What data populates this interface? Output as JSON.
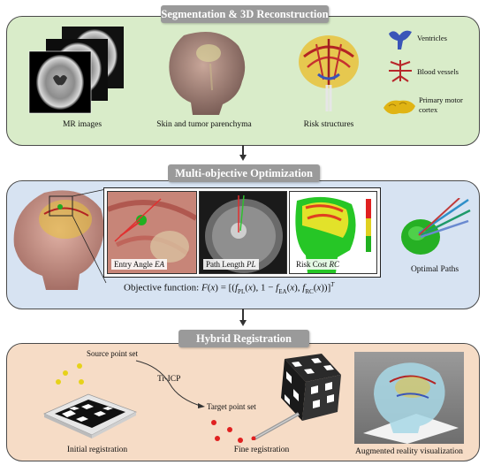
{
  "seg": {
    "title": "Segmentation & 3D Reconstruction",
    "mr_label": "MR images",
    "skin_label": "Skin and tumor parenchyma",
    "risk_label": "Risk structures",
    "legend": [
      {
        "label": "Ventricles",
        "icon": "ventricles-icon",
        "color": "#3a55b8"
      },
      {
        "label": "Blood vessels",
        "icon": "blood-vessels-icon",
        "color": "#b8262a"
      },
      {
        "label": "Primary motor cortex",
        "icon": "motor-cortex-icon",
        "color": "#e0b414"
      }
    ],
    "bg": "#d9ecc9"
  },
  "opt": {
    "title": "Multi-objective Optimization",
    "entry_angle": "Entry Angle EA",
    "path_length": "Path Length PL",
    "risk_cost": "Risk Cost RC",
    "optimal_paths": "Optimal Paths",
    "objective": "Objective function: F(x) = [(f_PL(x), 1 − f_EA(x), f_RC(x))]^T",
    "bg": "#d7e3f2"
  },
  "reg": {
    "title": "Hybrid Registration",
    "source": "Source point set",
    "method": "Tr-ICP",
    "target": "Target point set",
    "initial": "Initial registration",
    "fine": "Fine registration",
    "ar": "Augmented reality visualization",
    "bg": "#f6dcc6"
  },
  "colors": {
    "header": "#9a9a9a",
    "border": "#4a4a4a"
  }
}
